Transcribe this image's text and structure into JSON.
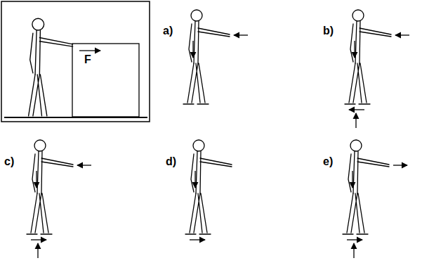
{
  "diagram": {
    "labels": [
      "F",
      "a)",
      "b)",
      "c)",
      "d)",
      "e)"
    ]
  }
}
